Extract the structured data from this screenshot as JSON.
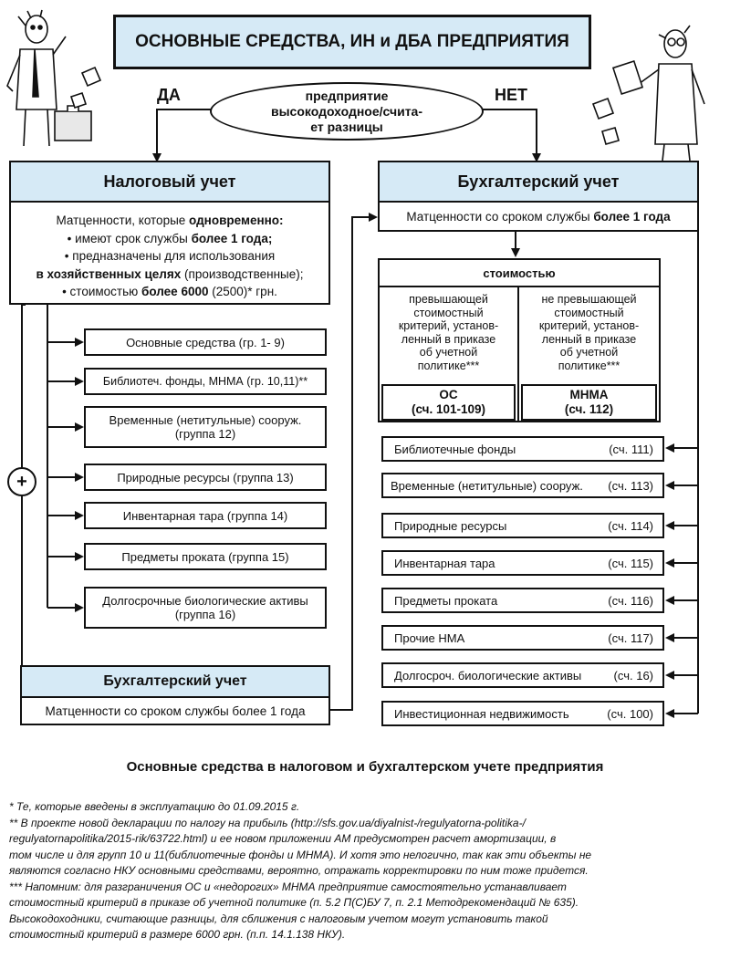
{
  "title": "ОСНОВНЫЕ СРЕДСТВА, ИН и ДБА ПРЕДПРИЯТИЯ",
  "question": [
    "предприятие",
    "высокодоходное/счита-",
    "ет разницы"
  ],
  "yes_label": "ДА",
  "no_label": "НЕТ",
  "tax": {
    "header": "Налоговый учет",
    "criteria": {
      "intro": "Матценности, которые ",
      "intro_bold": "одновременно:",
      "c1": "• имеют срок службы ",
      "c1_bold": "более 1 года;",
      "c2": "• предназначены для использования",
      "c3_bold": "в хозяйственных целях",
      "c3": " (производственные);",
      "c4": "• стоимостью ",
      "c4_bold": "более 6000",
      "c4_end": " (2500)* грн."
    },
    "items": [
      {
        "line1": "Основные средства (гр. 1- 9)",
        "line2": ""
      },
      {
        "line1": "Библиотеч. фонды, МНМА (гр. 10,11)**",
        "line2": ""
      },
      {
        "line1": "Временные (нетитульные) сооруж.",
        "line2": "(группа 12)"
      },
      {
        "line1": "Природные ресурсы (группа 13)",
        "line2": ""
      },
      {
        "line1": "Инвентарная тара (группа 14)",
        "line2": ""
      },
      {
        "line1": "Предметы проката (группа 15)",
        "line2": ""
      },
      {
        "line1": "Долгосрочные биологические активы",
        "line2": "(группа 16)"
      }
    ],
    "plus": "+"
  },
  "acc_bottom": {
    "header": "Бухгалтерский учет",
    "text": "Матценности со сроком службы более 1 года"
  },
  "acc": {
    "header": "Бухгалтерский учет",
    "criteria": "Матценности со сроком службы ",
    "criteria_bold": "более 1 года",
    "cost_header": "стоимостью",
    "left": {
      "desc": [
        "превышающей",
        "стоимостный",
        "критерий, установ-",
        "ленный в приказе",
        "об учетной",
        "политике***"
      ],
      "name": "ОС",
      "account": "(сч. 101-109)"
    },
    "right": {
      "desc": [
        "не превышающей",
        "стоимостный",
        "критерий, установ-",
        "ленный в приказе",
        "об учетной",
        "политике***"
      ],
      "name": "МНМА",
      "account": "(сч. 112)"
    },
    "items": [
      {
        "name": "Библиотечные фонды",
        "account": "(сч. 111)"
      },
      {
        "name": "Временные (нетитульные) сооруж.",
        "account": "(сч. 113)"
      },
      {
        "name": "Природные ресурсы",
        "account": "(сч. 114)"
      },
      {
        "name": "Инвентарная тара",
        "account": "(сч. 115)"
      },
      {
        "name": "Предметы проката",
        "account": "(сч. 116)"
      },
      {
        "name": "Прочие НМА",
        "account": "(сч. 117)"
      },
      {
        "name": "Долгосроч. биологические активы",
        "account": "(сч. 16)"
      },
      {
        "name": "Инвестиционная недвижимость",
        "account": "(сч. 100)"
      }
    ]
  },
  "caption": "Основные средства в налоговом и бухгалтерском учете предприятия",
  "footnotes": [
    "*  Те, которые введены в эксплуатацию до 01.09.2015 г.",
    "**  В проекте новой декларации по налогу на прибыль (http://sfs.gov.ua/diyalnist-/regulyatorna-politika-/",
    "regulyatornapolitika/2015-rik/63722.html) и ее новом приложении АМ предусмотрен расчет амортизации, в",
    "том числе и для групп 10 и 11(библиотечные фонды и МНМА). И хотя это нелогично, так как эти объекты не",
    "являются согласно НКУ основными средствами, вероятно, отражать корректировки по ним тоже придется.",
    "***  Напомним: для разграничения ОС и «недорогих» МНМА предприятие самостоятельно устанавливает",
    "стоимостный критерий в приказе об учетной политике (п. 5.2 П(С)БУ 7, п. 2.1 Методрекомендаций № 635).",
    "Высокодоходники, считающие разницы, для сближения с налоговым учетом могут установить такой",
    "стоимостный критерий в размере 6000 грн. (п.п. 14.1.138 НКУ)."
  ],
  "colors": {
    "shade": "#d6eaf6",
    "line": "#111111"
  }
}
